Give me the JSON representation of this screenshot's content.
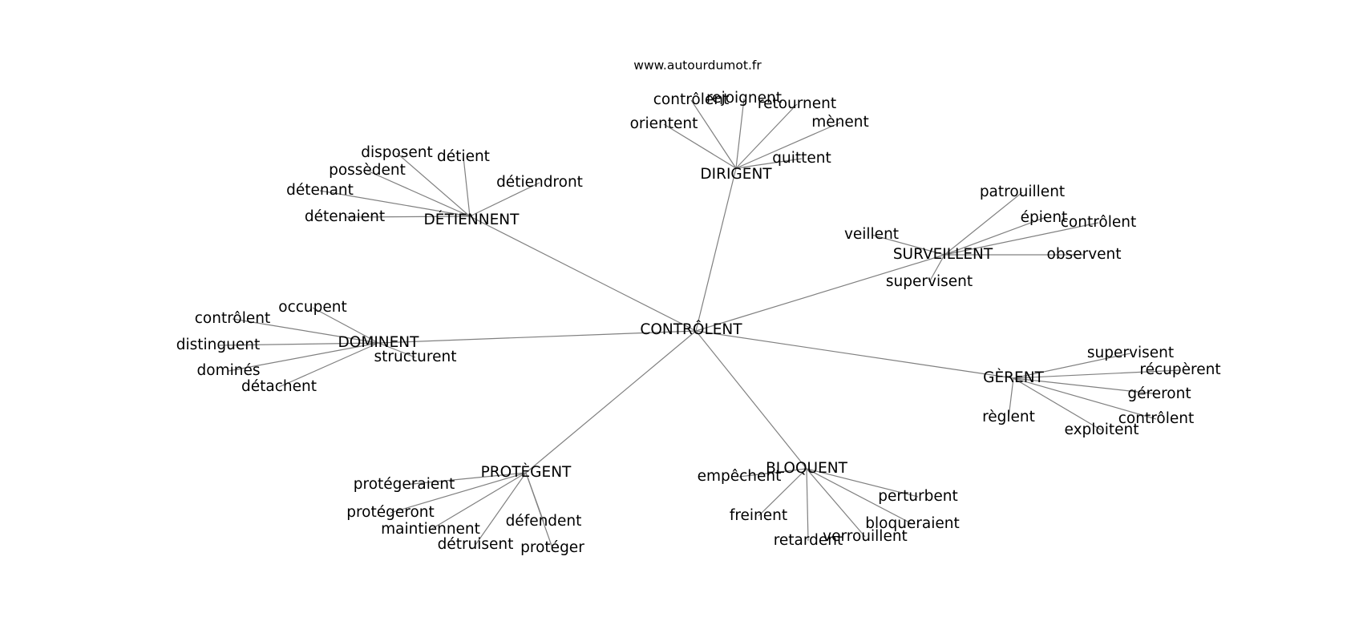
{
  "site": "www.autourdumot.fr",
  "center": "CONTRÔLENT",
  "groups": [
    {
      "id": "dirigent",
      "label": "DIRIGENT",
      "words": [
        "orientent",
        "contrôlent",
        "rejoignent",
        "retournent",
        "mènent",
        "quittent"
      ]
    },
    {
      "id": "detiennent",
      "label": "DÉTIENNENT",
      "words": [
        "disposent",
        "détient",
        "possèdent",
        "détiendront",
        "détenant",
        "détenaient"
      ]
    },
    {
      "id": "surveillent",
      "label": "SURVEILLENT",
      "words": [
        "patrouillent",
        "épient",
        "contrôlent",
        "veillent",
        "observent",
        "supervisent"
      ]
    },
    {
      "id": "dominent",
      "label": "DOMINENT",
      "words": [
        "occupent",
        "contrôlent",
        "distinguent",
        "structurent",
        "dominés",
        "détachent"
      ]
    },
    {
      "id": "gerent",
      "label": "GÈRENT",
      "words": [
        "supervisent",
        "récupèrent",
        "géreront",
        "règlent",
        "contrôlent",
        "exploitent"
      ]
    },
    {
      "id": "protegent",
      "label": "PROTÈGENT",
      "words": [
        "protégeraient",
        "protégeront",
        "maintiennent",
        "défendent",
        "détruisent",
        "protéger"
      ]
    },
    {
      "id": "bloquent",
      "label": "BLOQUENT",
      "words": [
        "empêchent",
        "freinent",
        "perturbent",
        "bloqueraient",
        "verrouillent",
        "retardent"
      ]
    }
  ]
}
